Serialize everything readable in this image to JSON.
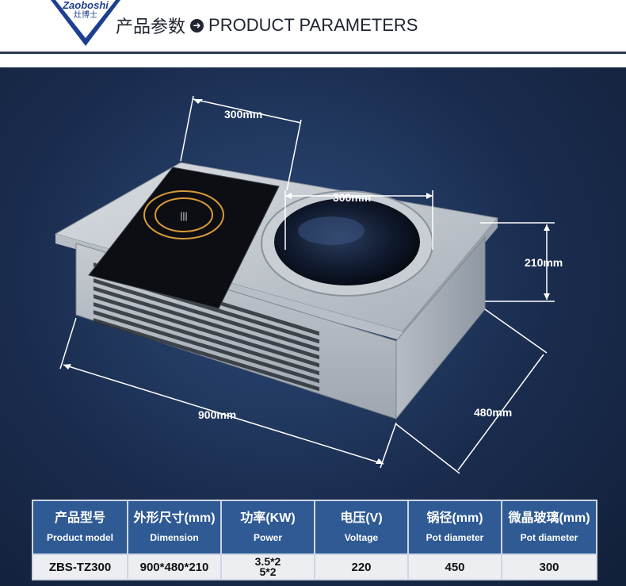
{
  "header": {
    "logo_en": "Zaoboshi",
    "logo_cn": "灶博士",
    "title_cn": "产品参数",
    "title_en": "PRODUCT PARAMETERS"
  },
  "dimensions": {
    "top_left_width": "300mm",
    "wok_diameter": "300mm",
    "height": "210mm",
    "length": "900mm",
    "depth": "480mm"
  },
  "table": {
    "headers": [
      {
        "cn": "产品型号",
        "en": "Product model"
      },
      {
        "cn": "外形尺寸(mm)",
        "en": "Dimension"
      },
      {
        "cn": "功率(KW)",
        "en": "Power"
      },
      {
        "cn": "电压(V)",
        "en": "Voltage"
      },
      {
        "cn": "锅径(mm)",
        "en": "Pot diameter"
      },
      {
        "cn": "微晶玻璃(mm)",
        "en": "Pot diameter"
      }
    ],
    "row": {
      "model": "ZBS-TZ300",
      "dimension": "900*480*210",
      "power_line1": "3.5*2",
      "power_line2": "5*2",
      "voltage": "220",
      "pot": "450",
      "glass": "300"
    }
  },
  "colors": {
    "panel_bg": "#1a2c4e",
    "table_header": "#2f5a94",
    "accent_navy": "#1e3f8f"
  }
}
